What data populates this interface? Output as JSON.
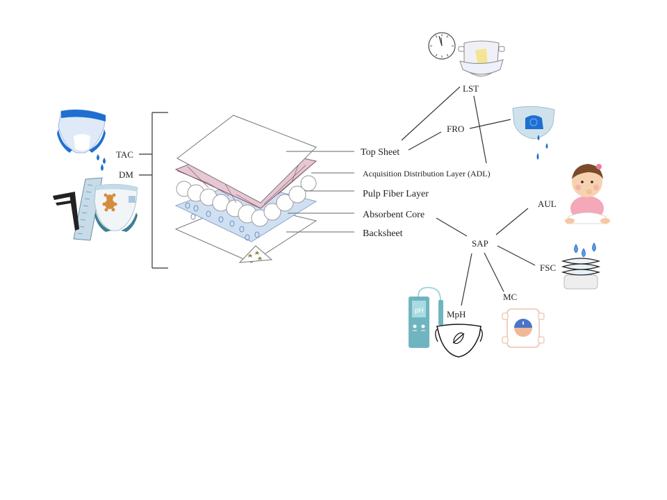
{
  "diagram": {
    "layers": [
      {
        "id": "top_sheet",
        "label": "Top Sheet"
      },
      {
        "id": "adl",
        "label": "Acquisition Distribution Layer (ADL)"
      },
      {
        "id": "pulp",
        "label": "Pulp Fiber Layer"
      },
      {
        "id": "core",
        "label": "Absorbent Core"
      },
      {
        "id": "backsheet",
        "label": "Backsheet"
      }
    ],
    "left_tests": [
      {
        "id": "tac",
        "label": "TAC",
        "icon": "diaper-with-drops-icon"
      },
      {
        "id": "dm",
        "label": "DM",
        "icon": "ruler-caliper-diaper-icon"
      }
    ],
    "top_sheet_tests": [
      {
        "id": "lst",
        "label": "LST",
        "icon": "clock-wet-diaper-icon"
      },
      {
        "id": "fro",
        "label": "FRO",
        "icon": "leaking-diaper-icon"
      }
    ],
    "sap": {
      "label": "SAP",
      "tests": [
        {
          "id": "aul",
          "label": "AUL",
          "icon": "baby-sitting-icon"
        },
        {
          "id": "fsc",
          "label": "FSC",
          "icon": "stacked-pads-drops-icon"
        },
        {
          "id": "mc",
          "label": "MC",
          "icon": "diaper-moisture-icon"
        },
        {
          "id": "mph",
          "label": "MpH",
          "icon": "ph-meter-diaper-icon"
        }
      ]
    },
    "colors": {
      "adl_pink": "#e7c7d3",
      "core_blue": "#cfe0f3",
      "icon_blue": "#1f6fd1",
      "ph_teal": "#6fb5c0",
      "mc_orange": "#e9b49a"
    }
  }
}
